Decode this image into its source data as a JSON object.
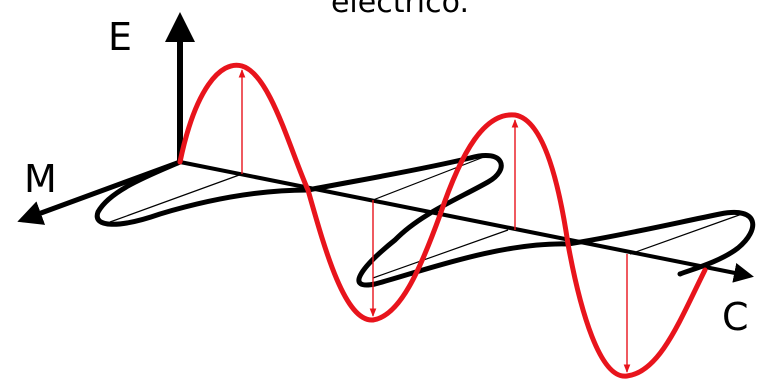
{
  "caption": "eléctrico.",
  "labels": {
    "electric_axis": "E",
    "magnetic_axis": "M",
    "propagation_axis": "C"
  },
  "colors": {
    "electric_wave": "#e8141c",
    "magnetic_wave": "#000000",
    "background": "#ffffff"
  }
}
